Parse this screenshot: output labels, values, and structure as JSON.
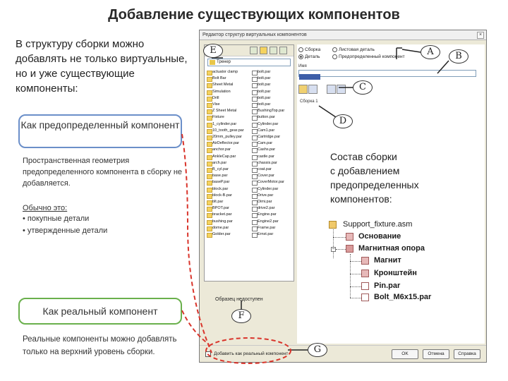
{
  "slide": {
    "title": "Добавление существующих компонентов",
    "intro": "В структуру сборки можно добавлять не только виртуальные, но и уже существующие компоненты:",
    "predefined_box": "Как предопределенный компонент",
    "predefined_desc": "Пространственная геометрия предопределенного компонента в сборку не добавляется.",
    "usually": "Обычно это:",
    "bullets": [
      "покупные детали",
      "утвержденные детали"
    ],
    "real_box": "Как реальный компонент",
    "real_desc": "Реальные компоненты можно добавлять только на верхний уровень сборки.",
    "composition": [
      "Состав сборки",
      "с добавлением",
      "предопределенных",
      "компонентов:"
    ]
  },
  "window": {
    "title": "Редактор структур виртуальных компонентов",
    "close": "×",
    "folder": "Тренер",
    "folders": [
      "actuator clamp",
      "Bolt Bar",
      "Sheet Metal",
      "Simulation",
      "Drill",
      "Vise",
      "Z Sheet Metal",
      "Fixture",
      "1_cylinder.par",
      "10_tooth_gear.par",
      "20mm_pulley.par",
      "AirDeflector.par",
      "anchor.par",
      "AnkleCap.par",
      "arch.par",
      "B_cyl.par",
      "base.par",
      "baseP.par",
      "block.par",
      "block-B.par",
      "blt.par",
      "BPOT.par",
      "bracket.par",
      "bushing.par",
      "dome.par",
      "Golder.par"
    ],
    "files": [
      "bolt.par",
      "bolt.par",
      "bolt.par",
      "bolt.par",
      "bolt.par",
      "bolt.par",
      "BushingTop.par",
      "button.par",
      "Cylinder.par",
      "Cam1.par",
      "Cartridge.par",
      "Cam.par",
      "Cashs.par",
      "castle.par",
      "chassis.par",
      "coat.par",
      "Cover.par",
      "CoverMotor.par",
      "Cylinder.par",
      "Drive.par",
      "Dimi.par",
      "drive2.par",
      "Engine.par",
      "Engine2.par",
      "Frame.par",
      "Ernst.par"
    ],
    "radio_assembly": "Сборка",
    "radio_part": "Деталь",
    "radio_sheet": "Листовая деталь",
    "radio_predefined": "Предопределенный компонент",
    "name_label": "Имя",
    "tree_root": "Сборка 1",
    "preview": "Образец недоступен",
    "add_real": "Добавить как реальный компонент",
    "ok": "OK",
    "cancel": "Отмена",
    "help": "Справка"
  },
  "callouts": [
    "A",
    "B",
    "C",
    "D",
    "E",
    "F",
    "G"
  ],
  "tree": {
    "root": "Support_fixture.asm",
    "items": [
      "Основание",
      "Магнитная опора",
      "Магнит",
      "Кронштейн",
      "Pin.par",
      "Bolt_M6x15.par"
    ]
  },
  "colors": {
    "blue_box": "#6b8fc9",
    "green_box": "#6ab04c",
    "dashed_red": "#d9342b"
  }
}
